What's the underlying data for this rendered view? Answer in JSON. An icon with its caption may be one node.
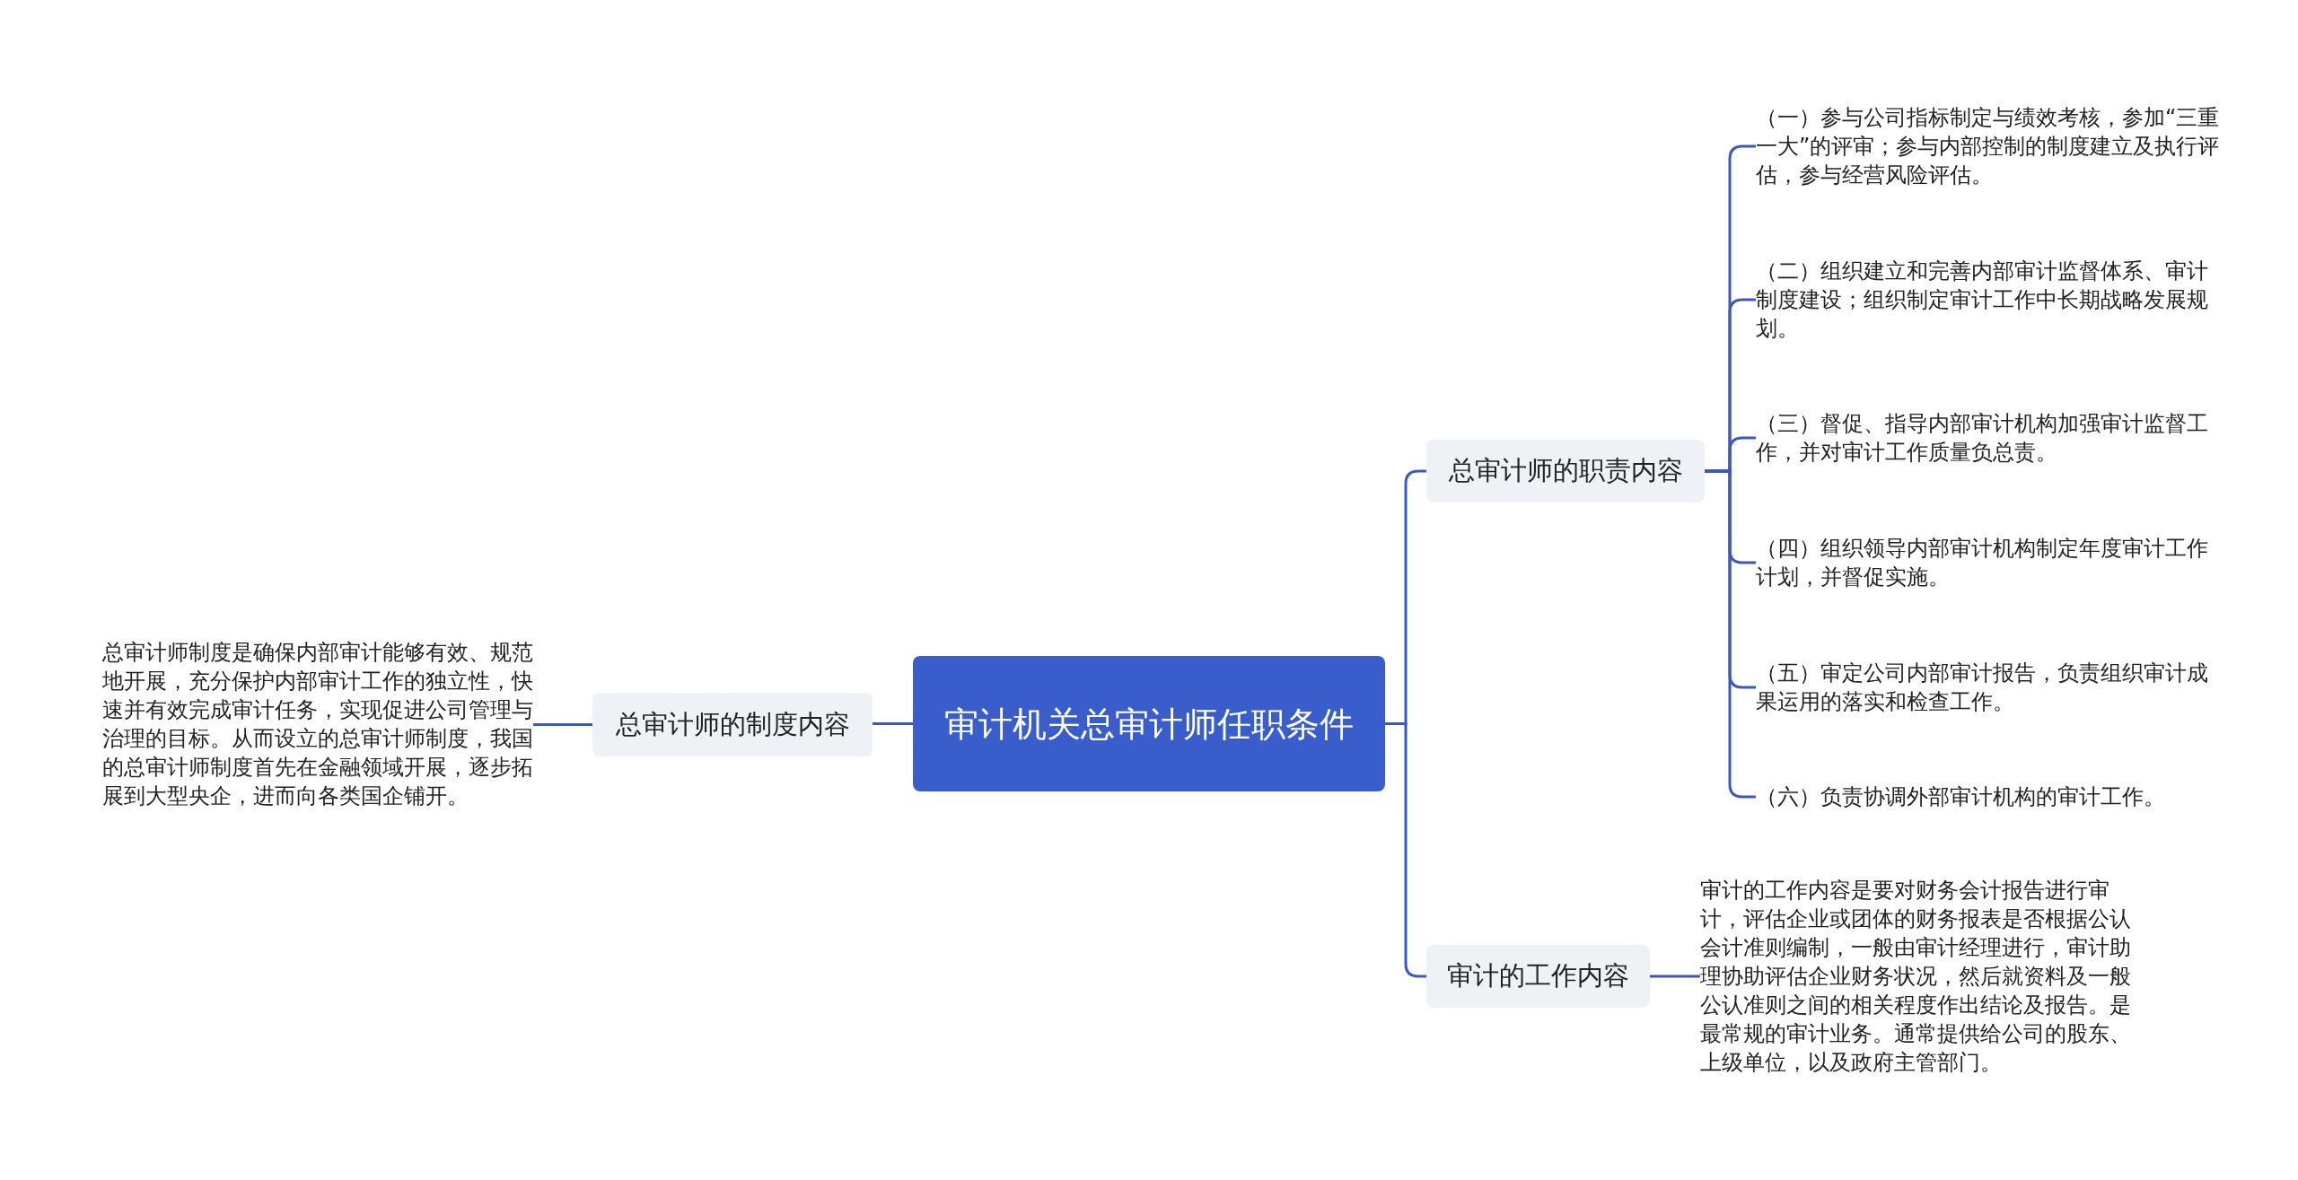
{
  "diagram": {
    "nodes": [
      {
        "text": [
          "审计机关总审计师任职条件"
        ]
      },
      {
        "text": [
          "总审计师的制度内容"
        ]
      },
      {
        "text": [
          "总审计师制度是确保内部审计能够有效、规范地开展，充分保护内部审计工作的独立性，快速并有效完成审计任务，实现促进公司管理与治理的目标。从而设立的总审计师制度，我国的总审计师制度首先在金融领域开展，逐步拓展到大型央企，进而向各类国企铺开。"
        ]
      },
      {
        "text": [
          "总审计师的职责内容"
        ]
      },
      {
        "text": [
          "（一）参与公司指标制定与绩效考核，参加“三重一大”的评审；参与内部控制的制度建立及执行评估，参与经营风险评估。"
        ]
      },
      {
        "text": [
          "（二）组织建立和完善内部审计监督体系、审计制度建设；组织制定审计工作中长期战略发展规划。"
        ]
      },
      {
        "text": [
          "（三）督促、指导内部审计机构加强审计监督工作，并对审计工作质量负总责。"
        ]
      },
      {
        "text": [
          "（四）组织领导内部审计机构制定年度审计工作计划，并督促实施。"
        ]
      },
      {
        "text": [
          "（五）审定公司内部审计报告，负责组织审计成果运用的落实和检查工作。"
        ]
      },
      {
        "text": [
          "（六）负责协调外部审计机构的审计工作。"
        ]
      },
      {
        "text": [
          "审计的工作内容"
        ]
      },
      {
        "text": [
          "审计的工作内容是要对财务会计报告进行审计，评估企业或团体的财务报表是否根据公认会计准则编制，一般由审计经理进行，审计助理协助评估企业财务状况，然后就资料及一般公认准则之间的相关程度作出结论及报告。是最常规的审计业务。通常提供给公司的股东、上级单位，以及政府主管部门。"
        ]
      }
    ],
    "edges": [
      {
        "from": 0,
        "to": 1,
        "arrow": "none"
      },
      {
        "from": 1,
        "to": 2,
        "arrow": "none"
      },
      {
        "from": 0,
        "to": 3,
        "arrow": "none"
      },
      {
        "from": 3,
        "to": 4,
        "arrow": "none"
      },
      {
        "from": 3,
        "to": 5,
        "arrow": "none"
      },
      {
        "from": 3,
        "to": 6,
        "arrow": "none"
      },
      {
        "from": 3,
        "to": 7,
        "arrow": "none"
      },
      {
        "from": 3,
        "to": 8,
        "arrow": "none"
      },
      {
        "from": 3,
        "to": 9,
        "arrow": "none"
      },
      {
        "from": 0,
        "to": 10,
        "arrow": "none"
      },
      {
        "from": 10,
        "to": 11,
        "arrow": "none"
      }
    ]
  }
}
